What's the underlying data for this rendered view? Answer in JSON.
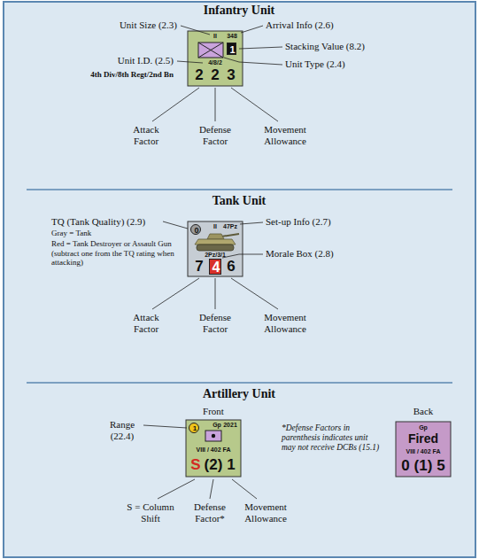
{
  "diagram": {
    "nodes": [
      {
        "text": [
          "II",
          "348",
          "4/8/2",
          "2",
          "2",
          "3"
        ]
      },
      {
        "text": [
          "1"
        ],
        "in": 0
      },
      {
        "text": [
          "II",
          "47Pz",
          "2Pz/3/1",
          "7",
          "6"
        ]
      },
      {
        "text": [
          "0"
        ],
        "in": 2
      },
      {
        "text": [
          "4"
        ],
        "in": 2
      },
      {
        "text": [
          "Gp",
          "2021",
          "VIII / 402 FA",
          "S",
          "(2)",
          "1"
        ]
      },
      {
        "text": [
          "1"
        ],
        "in": 5
      },
      {
        "text": [
          "Gp",
          "Fired",
          "VIII / 402 FA",
          "0",
          "(1)",
          "5"
        ]
      }
    ],
    "labels": [
      "Infantry Unit",
      "Unit Size (2.3)",
      "Arrival Info (2.6)",
      "Stacking Value (8.2)",
      "Unit I.D. (2.5)",
      "Unit Type (2.4)",
      "4th Div/8th Regt/2nd Bn",
      "Attack Factor",
      "Defense Factor",
      "Movement Allowance",
      "Tank Unit",
      "TQ (Tank Quality) (2.9)",
      "Set-up Info (2.7)",
      "Gray = Tank",
      "Red = Tank Destroyer or Assault Gun (subtract one from the TQ rating when attacking)",
      "Morale Box (2.8)",
      "Attack Factor",
      "Defense Factor",
      "Movement Allowance",
      "Artillery Unit",
      "Front",
      "Back",
      "Range (22.4)",
      "*Defense Factors in parenthesis indicates unit may not receive DCBs (15.1)",
      "S = Column Shift",
      "Defense Factor*",
      "Movement Allowance"
    ]
  }
}
